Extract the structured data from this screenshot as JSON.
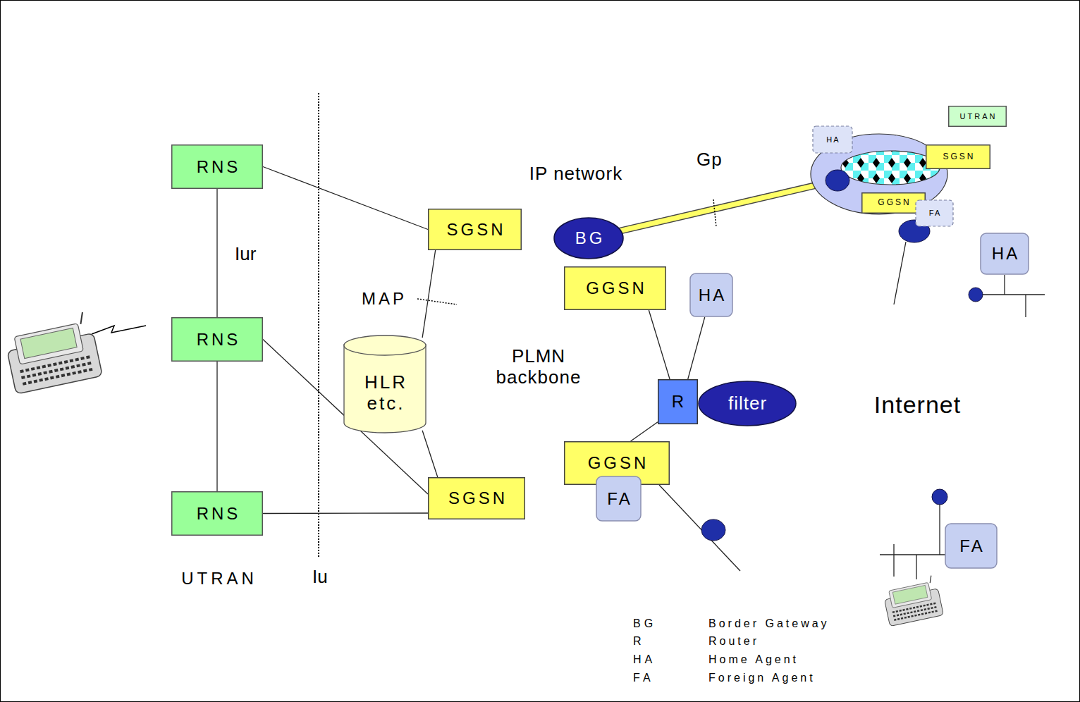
{
  "diagram": {
    "nodes": [
      {
        "text": [
          "UTRAN"
        ]
      },
      {
        "text": [
          "RNS"
        ],
        "in": 0
      },
      {
        "text": [
          "RNS"
        ],
        "in": 0
      },
      {
        "text": [
          "RNS"
        ],
        "in": 0
      },
      {
        "text": [
          "IP network"
        ]
      },
      {
        "text": [
          "PLMN backbone"
        ],
        "in": 4
      },
      {
        "text": [
          "SGSN"
        ],
        "in": 4
      },
      {
        "text": [
          "BG"
        ],
        "in": 4
      },
      {
        "text": [
          "GGSN"
        ],
        "in": 4
      },
      {
        "text": [
          "HA"
        ]
      },
      {
        "text": [
          "HLR etc."
        ]
      },
      {
        "text": [
          "R"
        ],
        "in": 4
      },
      {
        "text": [
          "filter"
        ]
      },
      {
        "text": [
          "GGSN"
        ],
        "in": 4
      },
      {
        "text": [
          "FA"
        ],
        "in": 4
      },
      {
        "text": [
          "SGSN"
        ],
        "in": 4
      },
      {
        "text": [
          "Internet"
        ]
      },
      {
        "text": [
          "HA"
        ]
      },
      {
        "text": [
          "FA"
        ]
      },
      {
        "text": [
          "HA"
        ]
      },
      {
        "text": [
          "UTRAN"
        ]
      },
      {
        "text": [
          "SGSN"
        ]
      },
      {
        "text": [
          "GGSN"
        ]
      },
      {
        "text": [
          "FA"
        ]
      }
    ],
    "edges": [
      {
        "from": 1,
        "to": 2,
        "arrow": "none"
      },
      {
        "from": 2,
        "to": 3,
        "arrow": "none"
      },
      {
        "from": 1,
        "to": 6,
        "arrow": "none"
      },
      {
        "from": 2,
        "to": 15,
        "arrow": "none"
      },
      {
        "from": 3,
        "to": 15,
        "arrow": "none"
      },
      {
        "from": 10,
        "to": 6,
        "arrow": "none"
      },
      {
        "from": 10,
        "to": 15,
        "arrow": "none"
      },
      {
        "from": 8,
        "to": 11,
        "arrow": "none"
      },
      {
        "from": 9,
        "to": 11,
        "arrow": "none"
      },
      {
        "from": 11,
        "to": 13,
        "arrow": "none"
      }
    ],
    "labels": [
      "Iur",
      "Iu",
      "MAP",
      "Gp",
      "BG",
      "Border Gateway",
      "R",
      "Router",
      "HA",
      "Home Agent",
      "FA",
      "Foreign Agent"
    ]
  }
}
